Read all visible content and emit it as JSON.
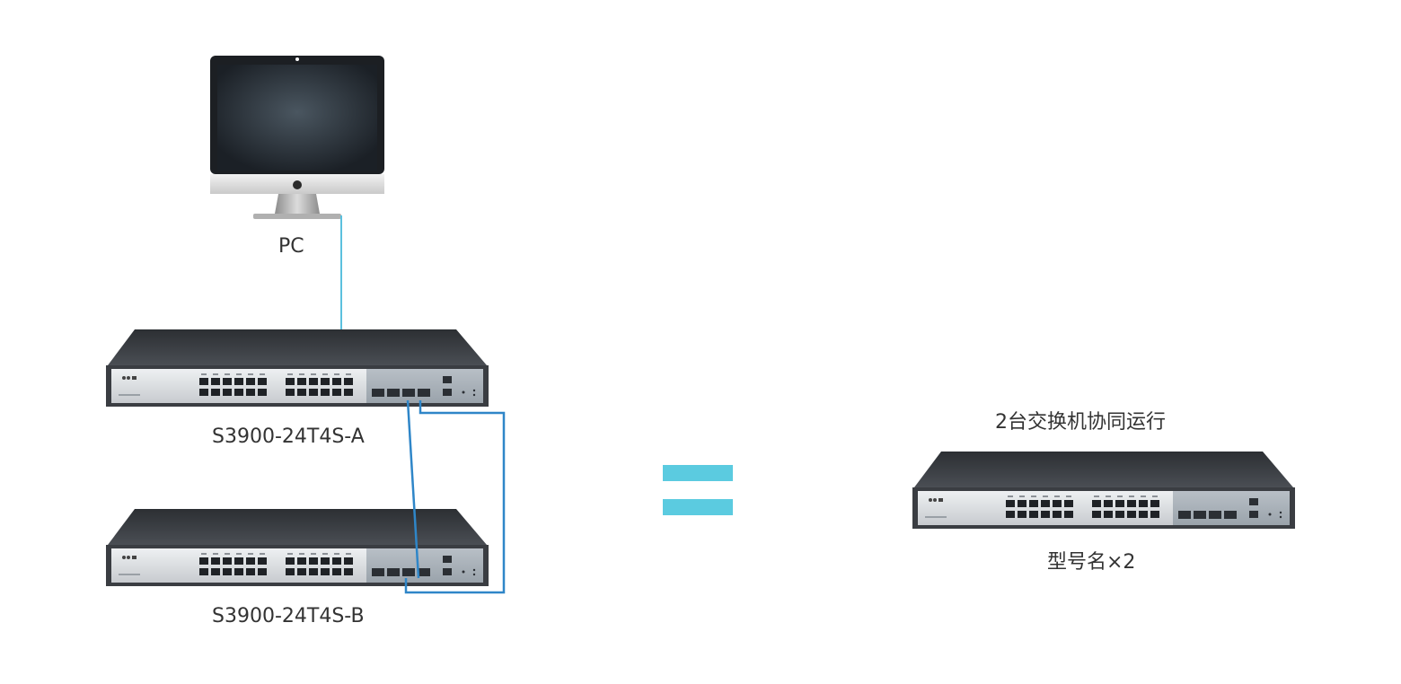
{
  "labels": {
    "pc": "PC",
    "switch_a": "S3900-24T4S-A",
    "switch_b": "S3900-24T4S-B",
    "stack_title": "2台交换机协同运行",
    "model_caption": "型号名×2"
  },
  "colors": {
    "uplink_cable": "#5bc0de",
    "stack_cable": "#2f86c8",
    "equals_sign": "#5bcbe0",
    "switch_body": "#3c3f44",
    "switch_faceplate": "#d9dbde"
  },
  "icons": {
    "pc": "monitor-icon",
    "switch": "network-switch-icon"
  }
}
